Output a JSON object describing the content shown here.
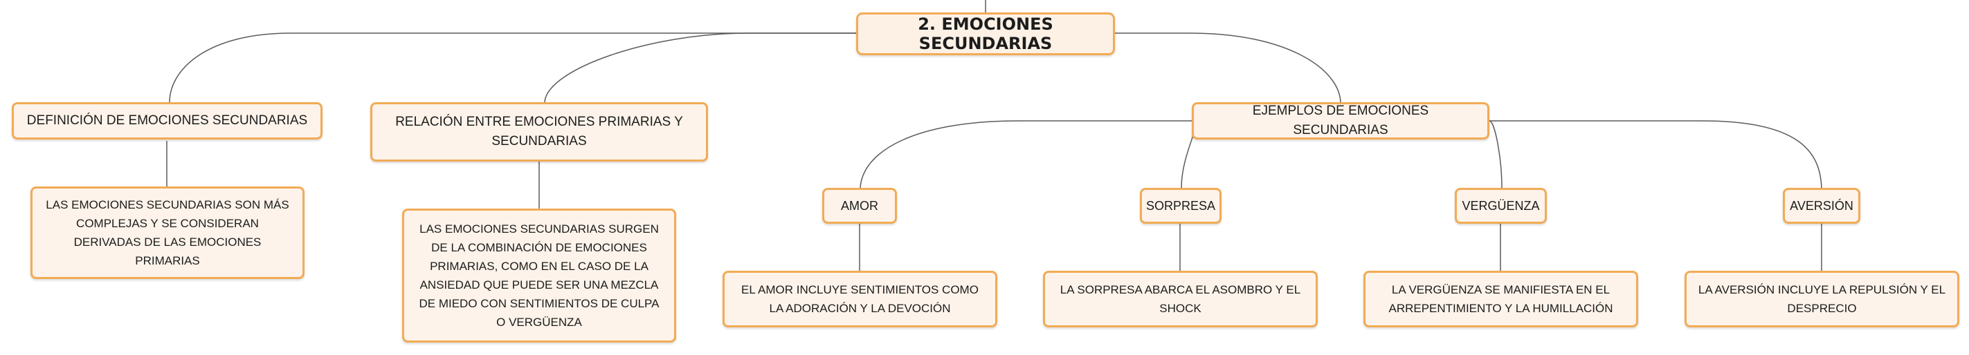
{
  "root": {
    "label": "2. EMOCIONES SECUNDARIAS"
  },
  "branches": [
    {
      "label": "DEFINICIÓN DE EMOCIONES SECUNDARIAS",
      "detail": "LAS EMOCIONES SECUNDARIAS SON MÁS COMPLEJAS Y SE CONSIDERAN DERIVADAS DE LAS EMOCIONES PRIMARIAS"
    },
    {
      "label": "RELACIÓN ENTRE EMOCIONES PRIMARIAS Y SECUNDARIAS",
      "detail": "LAS EMOCIONES SECUNDARIAS SURGEN DE LA COMBINACIÓN DE EMOCIONES PRIMARIAS, COMO EN EL CASO DE LA ANSIEDAD QUE PUEDE SER UNA MEZCLA DE MIEDO CON SENTIMIENTOS DE CULPA O VERGÜENZA"
    },
    {
      "label": "EJEMPLOS DE EMOCIONES SECUNDARIAS",
      "examples": [
        {
          "label": "AMOR",
          "detail": "EL AMOR INCLUYE SENTIMIENTOS COMO LA ADORACIÓN Y LA DEVOCIÓN"
        },
        {
          "label": "SORPRESA",
          "detail": "LA SORPRESA ABARCA EL ASOMBRO Y EL SHOCK"
        },
        {
          "label": "VERGÜENZA",
          "detail": "LA VERGÜENZA SE MANIFIESTA EN EL ARREPENTIMIENTO Y LA HUMILLACIÓN"
        },
        {
          "label": "AVERSIÓN",
          "detail": "LA AVERSIÓN INCLUYE LA REPULSIÓN Y EL DESPRECIO"
        }
      ]
    }
  ],
  "colors": {
    "border": "#f2ab55",
    "fill": "#fdf3ea",
    "line": "#555555"
  }
}
